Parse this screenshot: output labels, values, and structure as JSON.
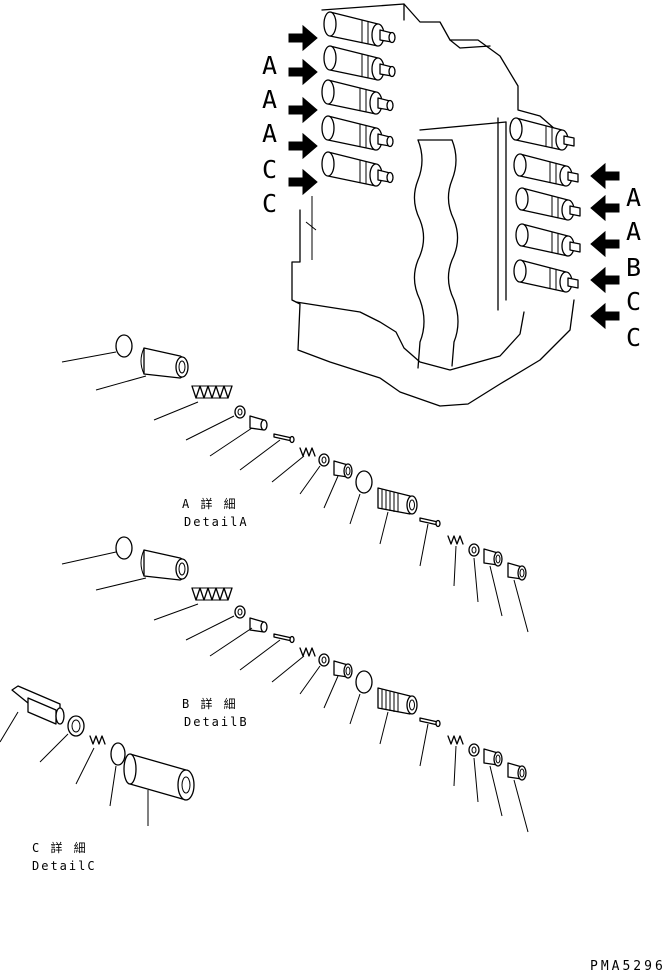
{
  "valve_labels": {
    "left": [
      "A",
      "A",
      "A",
      "C",
      "C"
    ],
    "right": [
      "A",
      "A",
      "B",
      "C",
      "C"
    ]
  },
  "details": {
    "a": {
      "title": "A 詳 細",
      "subtitle": "DetailA"
    },
    "b": {
      "title": "B 詳 細",
      "subtitle": "DetailB"
    },
    "c": {
      "title": "C 詳 細",
      "subtitle": "DetailC"
    }
  },
  "drawing_number": "PMA5296",
  "icons": [
    "direction-arrow-icon"
  ]
}
